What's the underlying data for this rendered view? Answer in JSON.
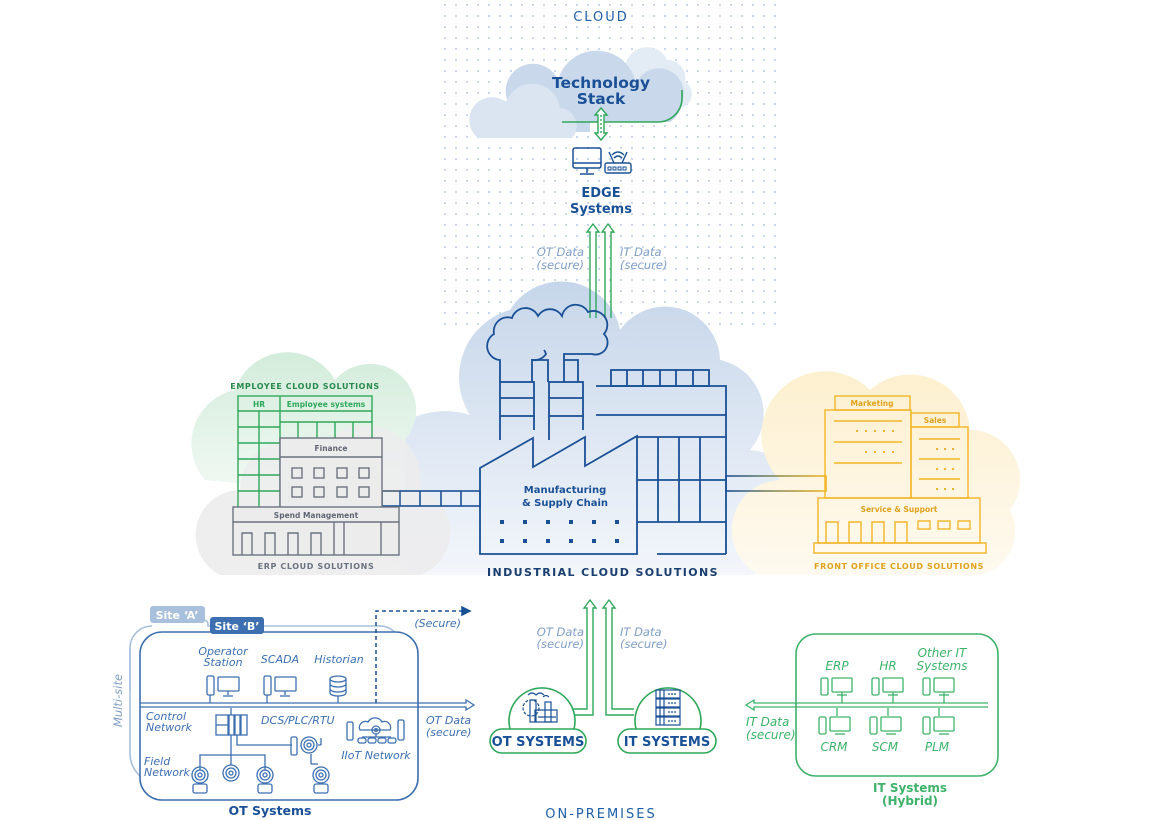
{
  "regions": {
    "cloud_label": "CLOUD",
    "on_premises_label": "ON-PREMISES"
  },
  "tech_stack": {
    "line1": "Technology",
    "line2": "Stack"
  },
  "edge": {
    "line1": "EDGE",
    "line2": "Systems"
  },
  "upper_flows": {
    "ot_line1": "OT Data",
    "ot_line2": "(secure)",
    "it_line1": "IT Data",
    "it_line2": "(secure)"
  },
  "industrial": {
    "building_line1": "Manufacturing",
    "building_line2": "& Supply Chain",
    "caption": "INDUSTRIAL CLOUD SOLUTIONS"
  },
  "employee": {
    "caption": "EMPLOYEE CLOUD SOLUTIONS",
    "hr": "HR",
    "systems": "Employee systems"
  },
  "erp": {
    "finance": "Finance",
    "spend": "Spend Management",
    "caption": "ERP CLOUD SOLUTIONS"
  },
  "front_office": {
    "marketing": "Marketing",
    "sales": "Sales",
    "service": "Service & Support",
    "caption": "FRONT OFFICE CLOUD SOLUTIONS"
  },
  "ot_site": {
    "site_a": "Site ‘A’",
    "site_b": "Site ‘B’",
    "multisite": "Multi-site",
    "operator_line1": "Operator",
    "operator_line2": "Station",
    "scada": "SCADA",
    "historian": "Historian",
    "control_line1": "Control",
    "control_line2": "Network",
    "dcs": "DCS/PLC/RTU",
    "iiot": "IIoT Network",
    "field_line1": "Field",
    "field_line2": "Network",
    "secure": "(Secure)",
    "ot_out_line1": "OT Data",
    "ot_out_line2": "(secure)",
    "caption": "OT Systems"
  },
  "lower_flows": {
    "ot_line1": "OT Data",
    "ot_line2": "(secure)",
    "it_line1": "IT Data",
    "it_line2": "(secure)"
  },
  "hubs": {
    "ot": "OT SYSTEMS",
    "it": "IT SYSTEMS"
  },
  "it_hybrid": {
    "erp": "ERP",
    "hr": "HR",
    "other_line1": "Other IT",
    "other_line2": "Systems",
    "crm": "CRM",
    "scm": "SCM",
    "plm": "PLM",
    "in_line1": "IT Data",
    "in_line2": "(secure)",
    "caption_line1": "IT Systems",
    "caption_line2": "(Hybrid)"
  },
  "colors": {
    "blue": "#1a5096",
    "light_blue": "#7f9ec7",
    "green": "#2fa85a",
    "gray": "#6b7380",
    "gold": "#f2b526"
  }
}
